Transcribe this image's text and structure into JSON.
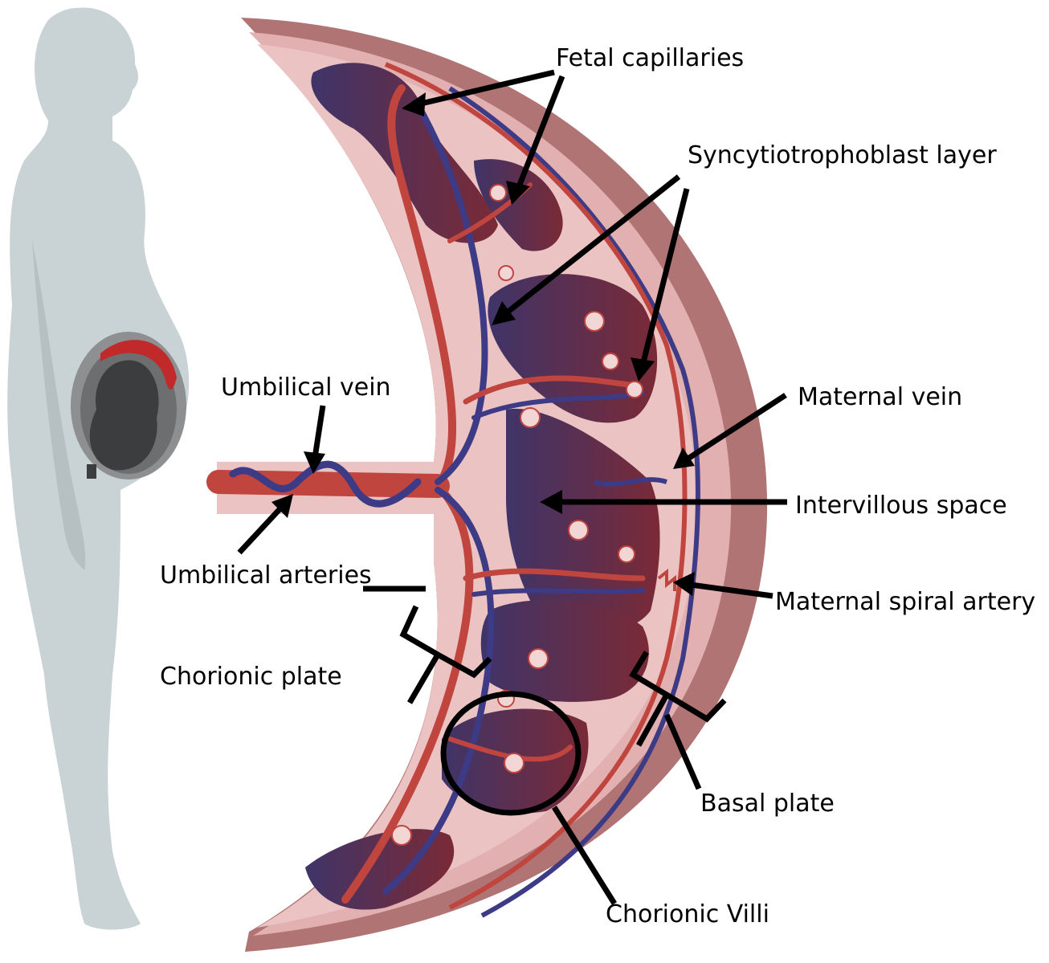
{
  "labels": {
    "fetal_capillaries": "Fetal capillaries",
    "syncytiotrophoblast_layer": "Syncytiotrophoblast layer",
    "umbilical_vein": "Umbilical vein",
    "maternal_vein": "Maternal vein",
    "intervillous_space": "Intervillous space",
    "umbilical_arteries": "Umbilical arteries",
    "maternal_spiral_artery": "Maternal spiral artery",
    "chorionic_plate": "Chorionic plate",
    "basal_plate": "Basal plate",
    "chorionic_villi": "Chorionic Villi"
  },
  "colors": {
    "outer_band": "#b07474",
    "mid_band": "#e2b0b0",
    "tissue": "#ebc3c3",
    "intervillous": "#45336a",
    "artery": "#c0453f",
    "vein": "#3d3a86",
    "silhouette": "#c9d2d4"
  }
}
